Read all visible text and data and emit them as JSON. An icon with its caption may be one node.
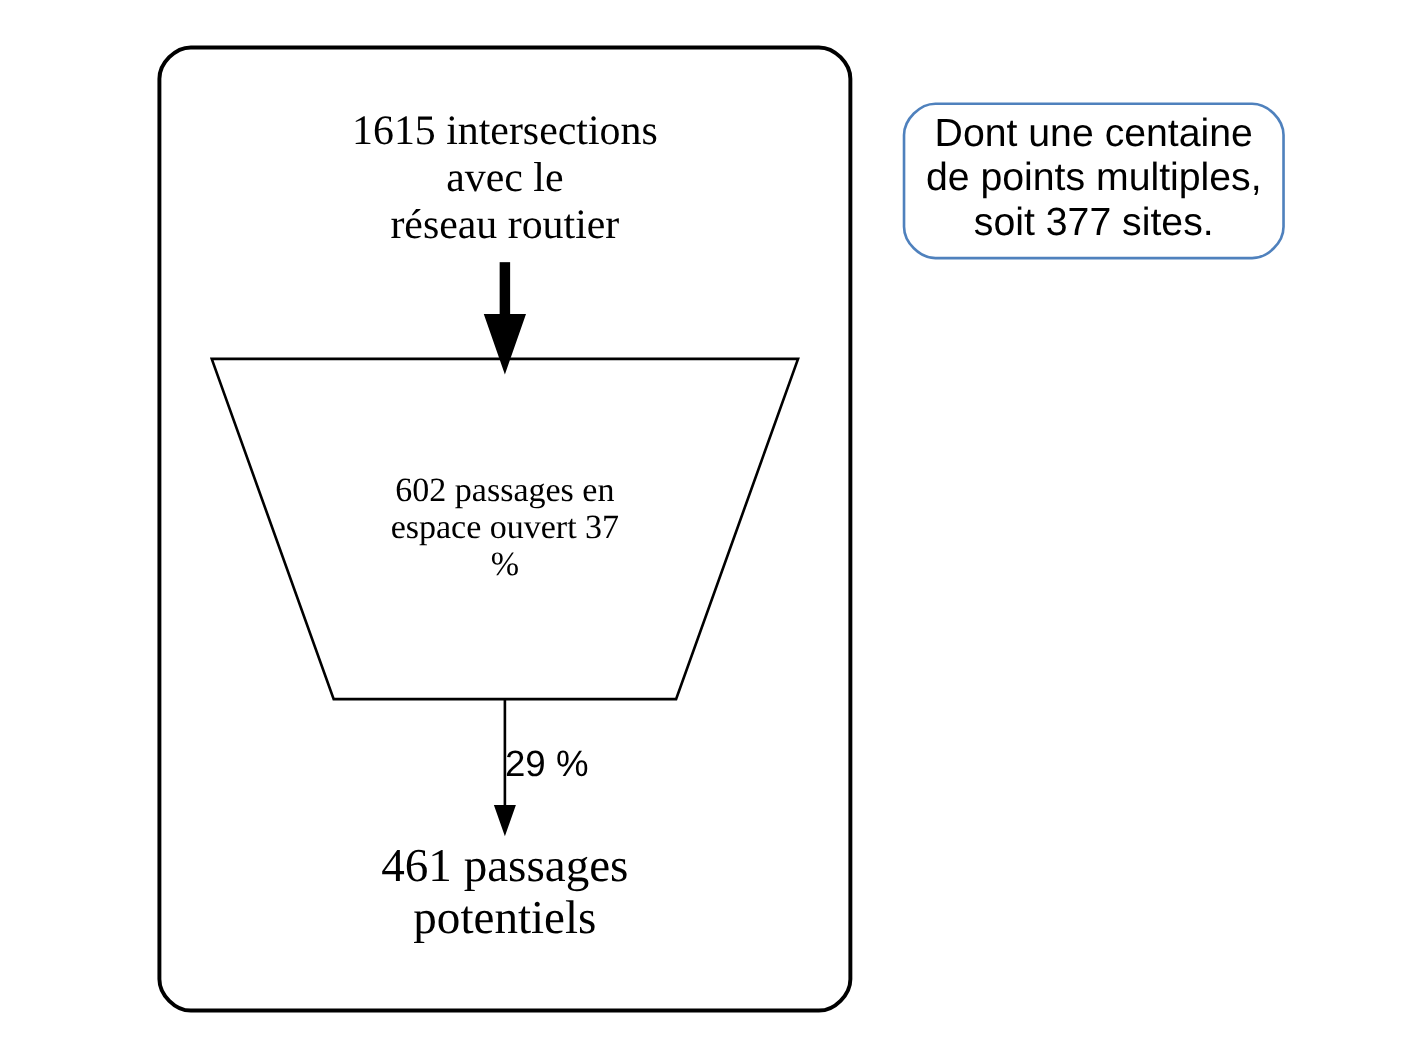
{
  "diagram": {
    "nodes": [
      {
        "text": [],
        "shape": "box"
      },
      {
        "text": [
          "1615 intersections avec le réseau routier"
        ],
        "in": 0
      },
      {
        "text": [
          "602 passages en espace ouvert 37 %"
        ],
        "in": 0
      },
      {
        "text": [
          "461 passages potentiels"
        ],
        "in": 0
      },
      {
        "text": [
          "Dont une centaine de points multiples, soit 377 sites."
        ]
      }
    ],
    "edges": [
      {
        "from": 1,
        "to": 2,
        "arrow": "to",
        "style": "thick"
      },
      {
        "from": 2,
        "to": 3,
        "arrow": "to",
        "label": "29 %"
      }
    ]
  }
}
